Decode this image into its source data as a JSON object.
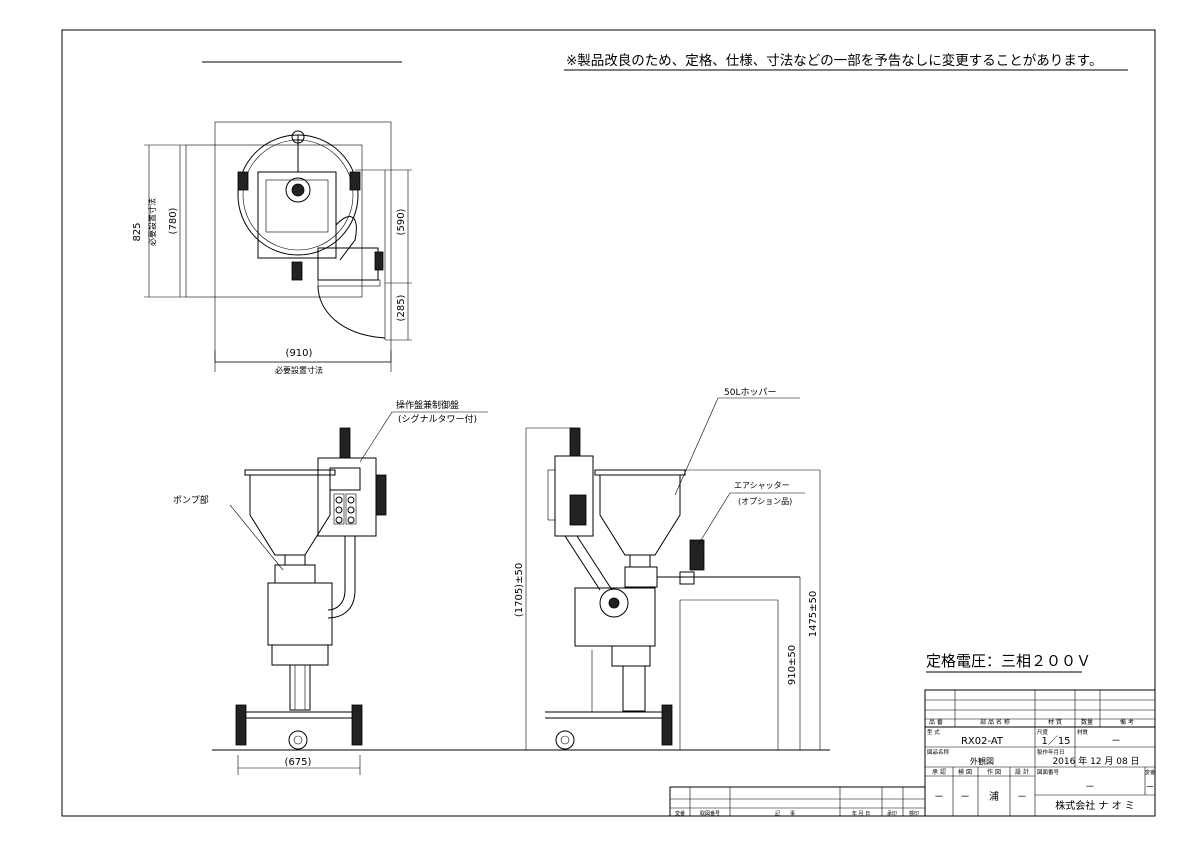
{
  "notice": "※製品改良のため、定格、仕様、寸法などの一部を予告なしに変更することがあります。",
  "top_view": {
    "dim_825": "825",
    "dim_825_label": "必要設置寸法",
    "dim_780": "(780)",
    "dim_590": "(590)",
    "dim_285": "(285)",
    "dim_910": "(910)",
    "dim_910_label": "必要設置寸法"
  },
  "front_view": {
    "control_panel_label": "操作盤兼制御盤",
    "signal_tower_label": "(シグナルタワー付)",
    "pump_label": "ポンプ部",
    "dim_675": "(675)"
  },
  "side_view": {
    "hopper_label": "50Lホッパー",
    "air_shutter_label": "エアシャッター",
    "option_label": "(オプション品)",
    "dim_1705": "(1705)±50",
    "dim_910_50": "910±50",
    "dim_1475": "1475±50"
  },
  "rated_voltage": "定格電圧：三相２００Ｖ",
  "title_block": {
    "h_item_no": "品 番",
    "h_part_name": "部 品 名 称",
    "h_material": "材 質",
    "h_qty": "数量",
    "h_remarks": "備 考",
    "model_label": "型 式",
    "model_value": "RX02-AT",
    "scale_label": "尺度",
    "scale_value": "1／15",
    "material_label": "材質",
    "material_value": "－",
    "drawing_name_label": "図品名称",
    "drawing_name_value": "外観図",
    "date_label": "製作年月日",
    "date_value": "2016 年 12 月 08 日",
    "approve": "承 認",
    "inspect": "検 図",
    "draw": "作 図",
    "design": "設 計",
    "drawing_no_label": "図面番号",
    "drawing_no_value": "－",
    "rev_label": "変番",
    "rev_value": "－",
    "approve_value": "－",
    "inspect_value": "－",
    "draw_value": "浦",
    "design_value": "－",
    "company": "株式会社 ナ オ ミ"
  },
  "revision_block": {
    "rev": "変番",
    "change_no": "取図番号",
    "description": "記　　事",
    "date": "年 月 日",
    "approval": "承印",
    "check": "検印"
  }
}
